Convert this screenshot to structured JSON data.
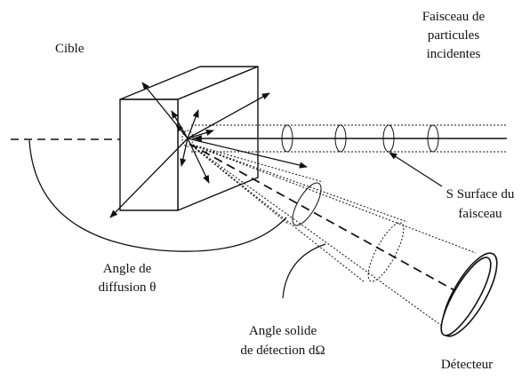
{
  "labels": {
    "target": "Cible",
    "beam_line1": "Faisceau de",
    "beam_line2": "particules",
    "beam_line3": "incidentes",
    "surface_line1": "S Surface du",
    "surface_line2": "faisceau",
    "angle_line1": "Angle de",
    "angle_line2": "diffusion θ",
    "solid_line1": "Angle solide",
    "solid_line2": "de détection dΩ",
    "detector": "Détecteur"
  },
  "colors": {
    "ink": "#111111",
    "background": "#ffffff"
  }
}
